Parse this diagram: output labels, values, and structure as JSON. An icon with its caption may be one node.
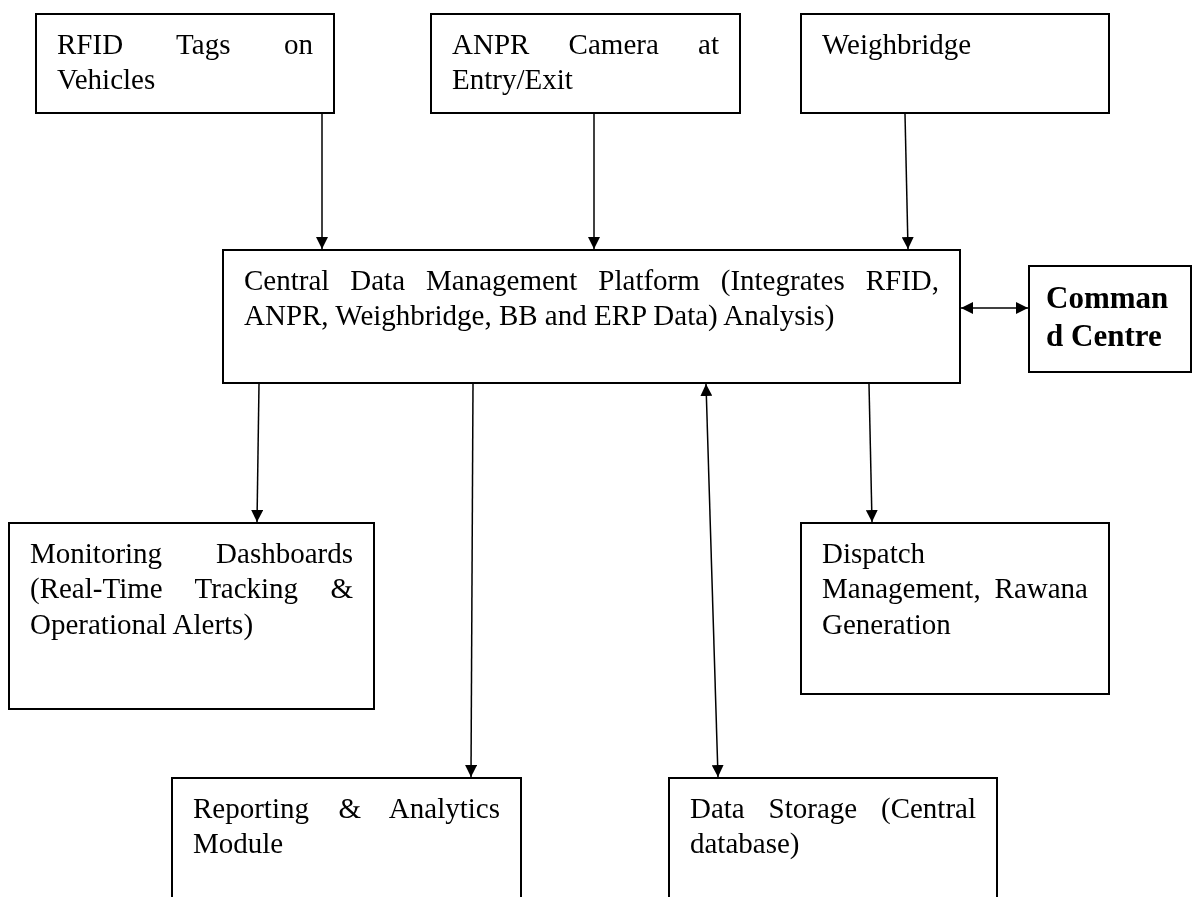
{
  "diagram": {
    "nodes": [
      {
        "text": [
          "RFID Tags on Vehicles"
        ]
      },
      {
        "text": [
          "ANPR Camera at Entry/Exit"
        ]
      },
      {
        "text": [
          "Weighbridge"
        ]
      },
      {
        "text": [
          "Central Data Management Platform (Integrates RFID, ANPR, Weighbridge, BB and ERP Data) Analysis)"
        ]
      },
      {
        "text": [
          "Command Centre"
        ]
      },
      {
        "text": [
          "Monitoring Dashboards (Real-Time Tracking & Operational Alerts)"
        ]
      },
      {
        "text": [
          "Dispatch Management, Rawana Generation"
        ]
      },
      {
        "text": [
          "Reporting & Analytics Module"
        ]
      },
      {
        "text": [
          "Data Storage (Central database)"
        ]
      }
    ],
    "edges": [
      {
        "from": 0,
        "to": 3,
        "arrow": "to"
      },
      {
        "from": 1,
        "to": 3,
        "arrow": "to"
      },
      {
        "from": 2,
        "to": 3,
        "arrow": "to"
      },
      {
        "from": 3,
        "to": 4,
        "arrow": "both"
      },
      {
        "from": 3,
        "to": 5,
        "arrow": "to"
      },
      {
        "from": 3,
        "to": 7,
        "arrow": "to"
      },
      {
        "from": 3,
        "to": 8,
        "arrow": "both"
      },
      {
        "from": 3,
        "to": 6,
        "arrow": "to"
      }
    ]
  }
}
